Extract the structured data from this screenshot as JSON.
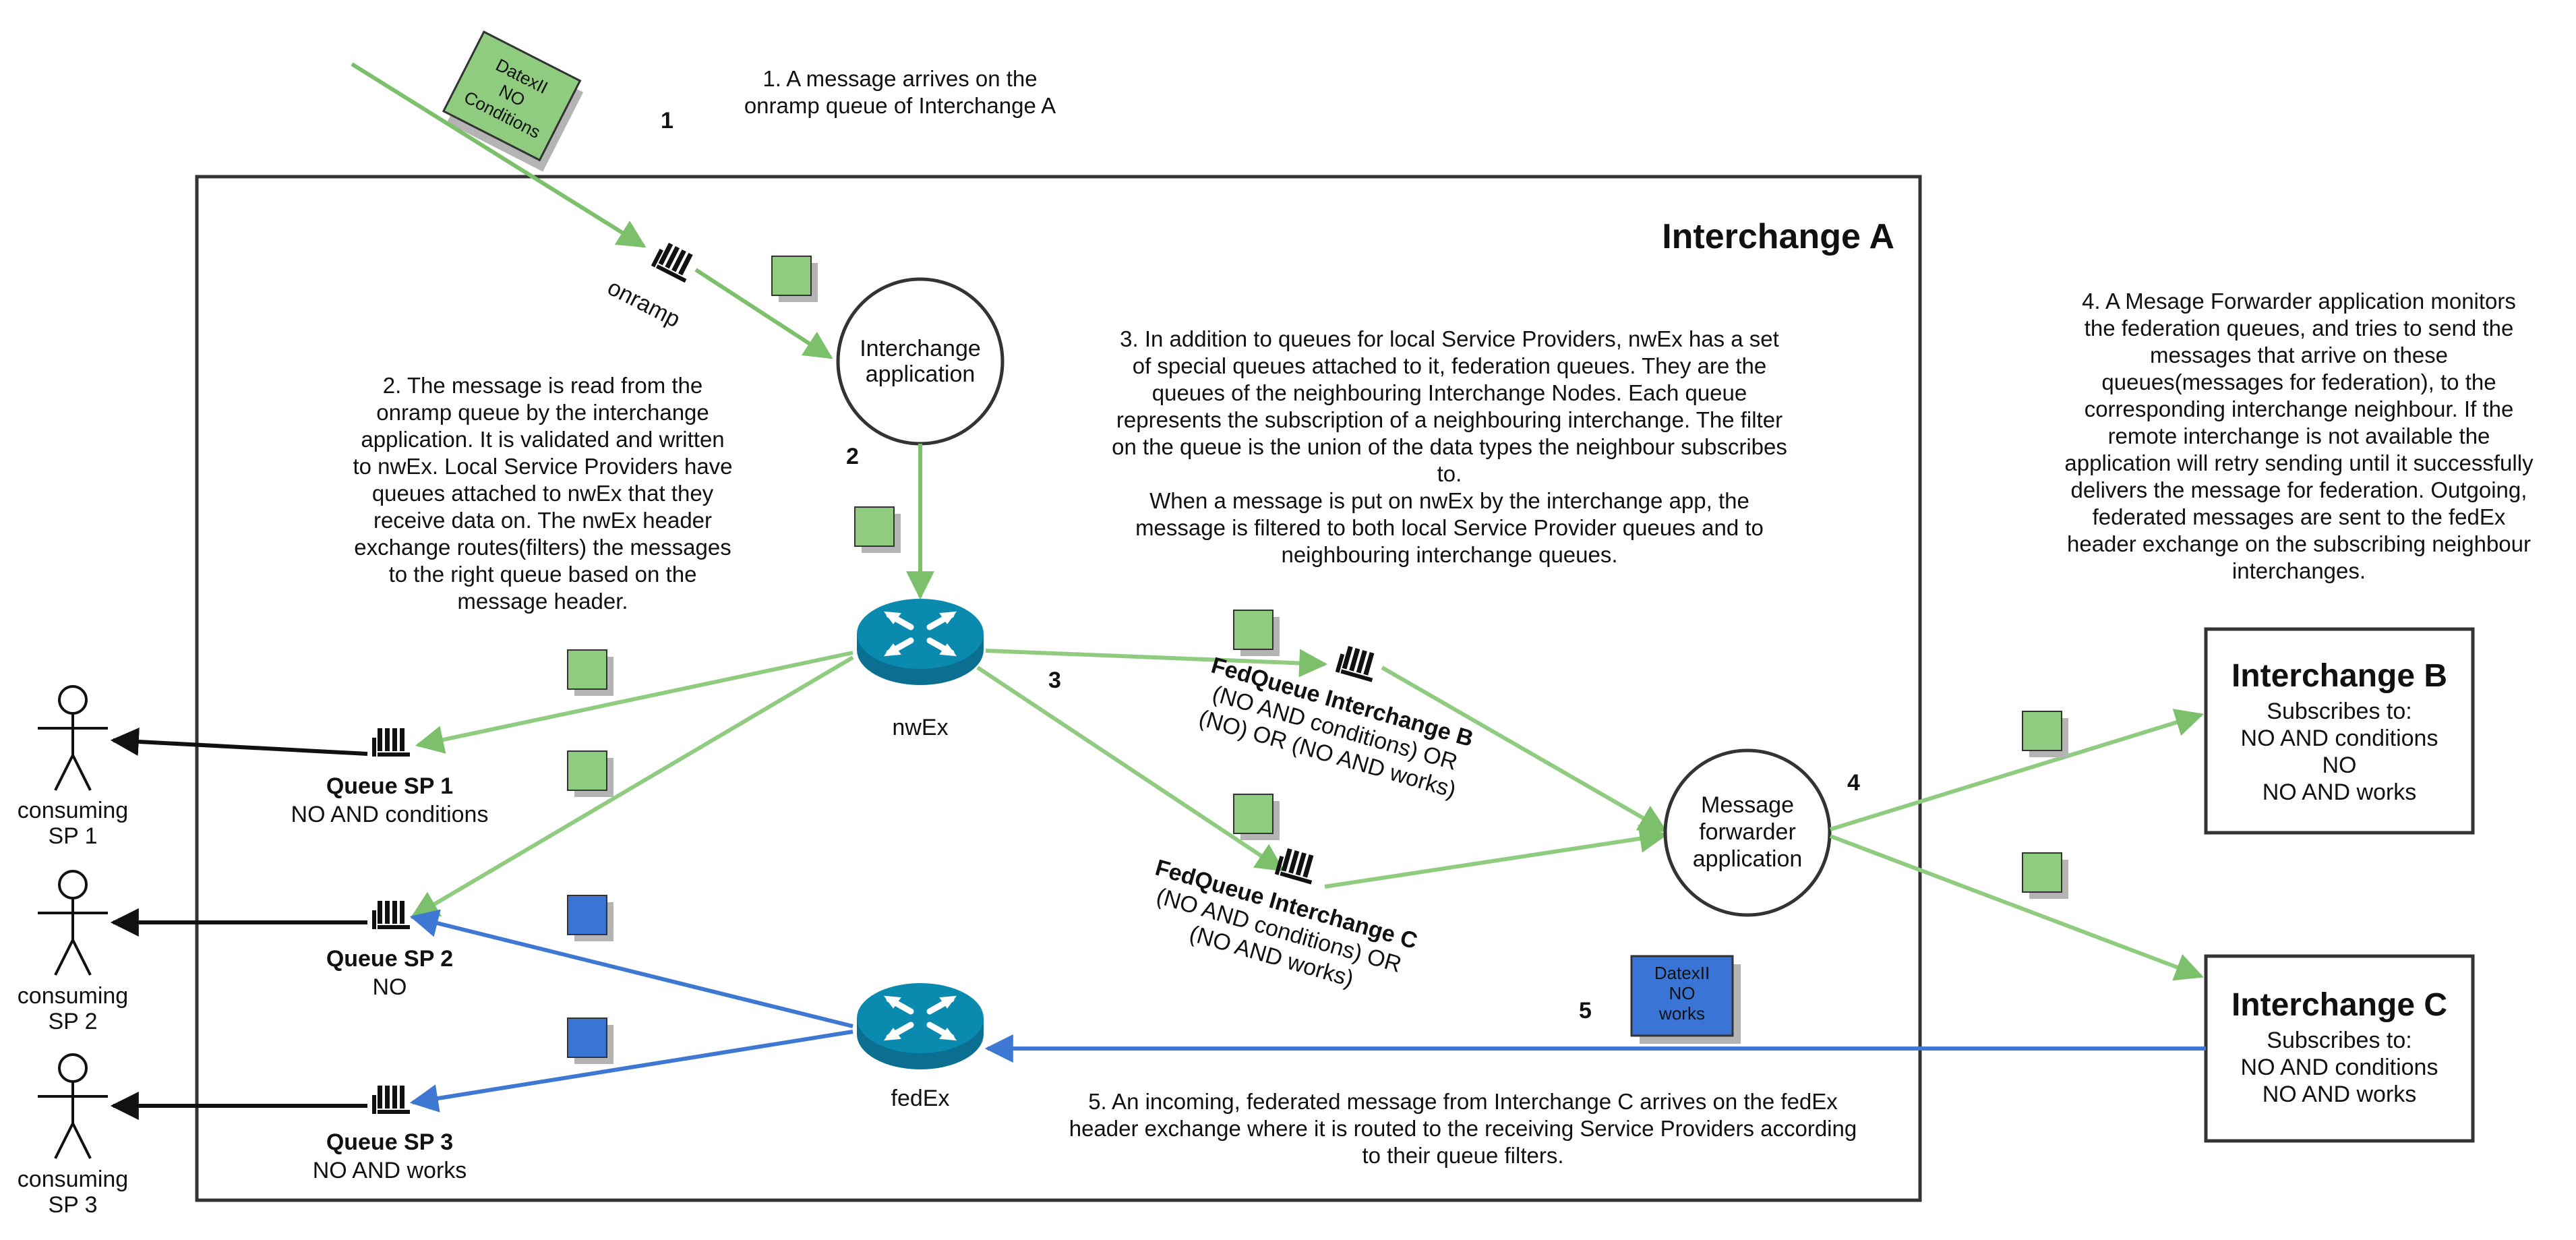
{
  "interchange_a": {
    "title": "Interchange A"
  },
  "message_top": {
    "lines": [
      "DatexII",
      "NO",
      "Conditions"
    ]
  },
  "message_bottom": {
    "lines": [
      "DatexII",
      "NO",
      "works"
    ]
  },
  "steps": {
    "s1": "1",
    "s2": "2",
    "s3": "3",
    "s4": "4",
    "s5": "5"
  },
  "notes": {
    "n1": [
      "1. A message arrives on the",
      "onramp queue of Interchange A"
    ],
    "n2": [
      "2. The message is read from the",
      "onramp queue by the interchange",
      "application. It is validated and written",
      "to nwEx. Local Service Providers have",
      "queues attached to nwEx that they",
      "receive data on. The nwEx header",
      "exchange routes(filters) the messages",
      "to the right queue based on the",
      "message header."
    ],
    "n3": [
      "3. In addition to queues for local Service Providers, nwEx has a set",
      "of special queues attached to it, federation queues. They are the",
      "queues of the neighbouring Interchange Nodes. Each queue",
      "represents the subscription of a neighbouring interchange. The filter",
      "on the queue is the union of the data types the neighbour subscribes",
      "to.",
      "When a message is put on nwEx by the interchange app, the",
      "message is filtered to both local Service Provider queues and to",
      "neighbouring interchange queues."
    ],
    "n4": [
      "4. A  Mesage Forwarder application monitors",
      "the federation queues, and tries to send the",
      "messages that arrive on these",
      "queues(messages for federation), to the",
      "corresponding interchange neighbour.  If the",
      "remote interchange is not available the",
      "application will retry sending until it successfully",
      "delivers the message for federation. Outgoing,",
      "federated messages are sent to the fedEx",
      "header exchange on the subscribing neighbour",
      "interchanges."
    ],
    "n5": [
      "5. An incoming, federated message from Interchange C arrives on the fedEx",
      "header exchange where it is routed to the receiving Service Providers according",
      "to their queue filters."
    ]
  },
  "nodes": {
    "onramp": "onramp",
    "interchange_app": [
      "Interchange",
      "application"
    ],
    "nwex": "nwEx",
    "fedex": "fedEx",
    "forwarder": [
      "Message",
      "forwarder",
      "application"
    ]
  },
  "queues": {
    "sp1": {
      "name": "Queue SP 1",
      "filter": "NO AND conditions"
    },
    "sp2": {
      "name": "Queue SP 2",
      "filter": "NO"
    },
    "sp3": {
      "name": "Queue SP 3",
      "filter": "NO AND works"
    },
    "fed_b": {
      "name": "FedQueue Interchange B",
      "filter": [
        "(NO AND conditions) OR",
        "(NO) OR (NO AND works)"
      ]
    },
    "fed_c": {
      "name": "FedQueue Interchange C",
      "filter": [
        "(NO AND conditions) OR",
        "(NO AND works)"
      ]
    }
  },
  "consumers": {
    "sp1": [
      "consuming",
      "SP 1"
    ],
    "sp2": [
      "consuming",
      "SP 2"
    ],
    "sp3": [
      "consuming",
      "SP 3"
    ]
  },
  "interchange_b": {
    "title": "Interchange B",
    "lines": [
      "Subscribes to:",
      "NO AND conditions",
      "NO",
      "NO AND works"
    ]
  },
  "interchange_c": {
    "title": "Interchange C",
    "lines": [
      "Subscribes to:",
      "NO AND conditions",
      "NO AND works"
    ]
  },
  "colors": {
    "green": "#8fcc80",
    "green_line": "#7cc06c",
    "blue": "#3a75d6",
    "blue_line": "#3e78d2",
    "router": "#0b84a8"
  },
  "icons": [
    "queue-icon",
    "router-icon",
    "person-icon",
    "message-icon"
  ]
}
